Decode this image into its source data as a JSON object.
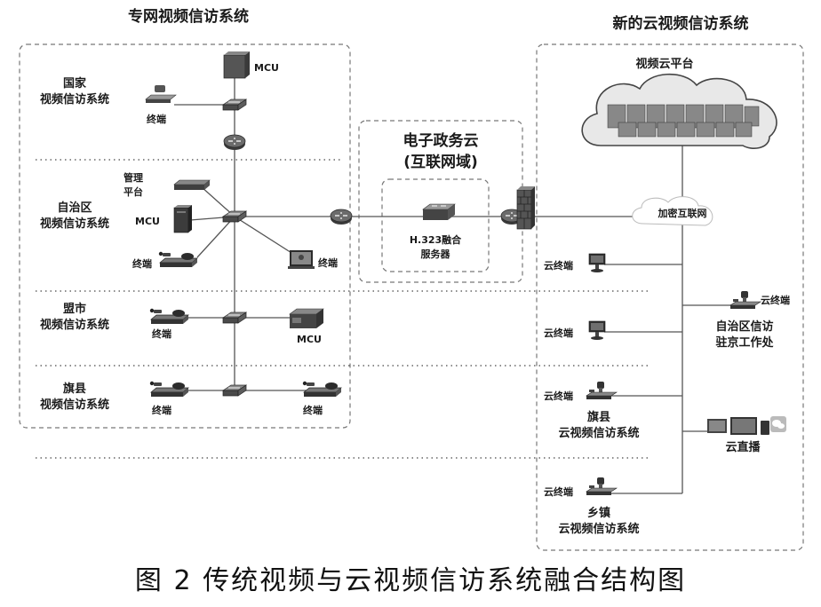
{
  "private_network": {
    "title": "专网视频信访系统",
    "levels": [
      {
        "label_line1": "国家",
        "label_line2": "视频信访系统",
        "mcu": "MCU",
        "terminal": "终端"
      },
      {
        "label_line1": "自治区",
        "label_line2": "视频信访系统",
        "mgmt_line1": "管理",
        "mgmt_line2": "平台",
        "mcu": "MCU",
        "terminal": "终端",
        "terminal_right": "终端"
      },
      {
        "label_line1": "盟市",
        "label_line2": "视频信访系统",
        "terminal": "终端",
        "mcu": "MCU"
      },
      {
        "label_line1": "旗县",
        "label_line2": "视频信访系统",
        "terminal_left": "终端",
        "terminal_right": "终端"
      }
    ]
  },
  "egov_cloud": {
    "title_line1": "电子政务云",
    "title_line2": "(互联网域)",
    "server_line1": "H.323融合",
    "server_line2": "服务器"
  },
  "cloud_system": {
    "title": "新的云视频信访系统",
    "platform": "视频云平台",
    "internet": "加密互联网",
    "terminals": [
      "云终端",
      "云终端",
      "云终端",
      "云终端"
    ],
    "beijing_terminal": "云终端",
    "beijing_line1": "自治区信访",
    "beijing_line2": "驻京工作处",
    "county_line1": "旗县",
    "county_line2": "云视频信访系统",
    "town_line1": "乡镇",
    "town_line2": "云视频信访系统",
    "live": "云直播"
  },
  "caption": "图 2   传统视频与云视频信访系统融合结构图"
}
